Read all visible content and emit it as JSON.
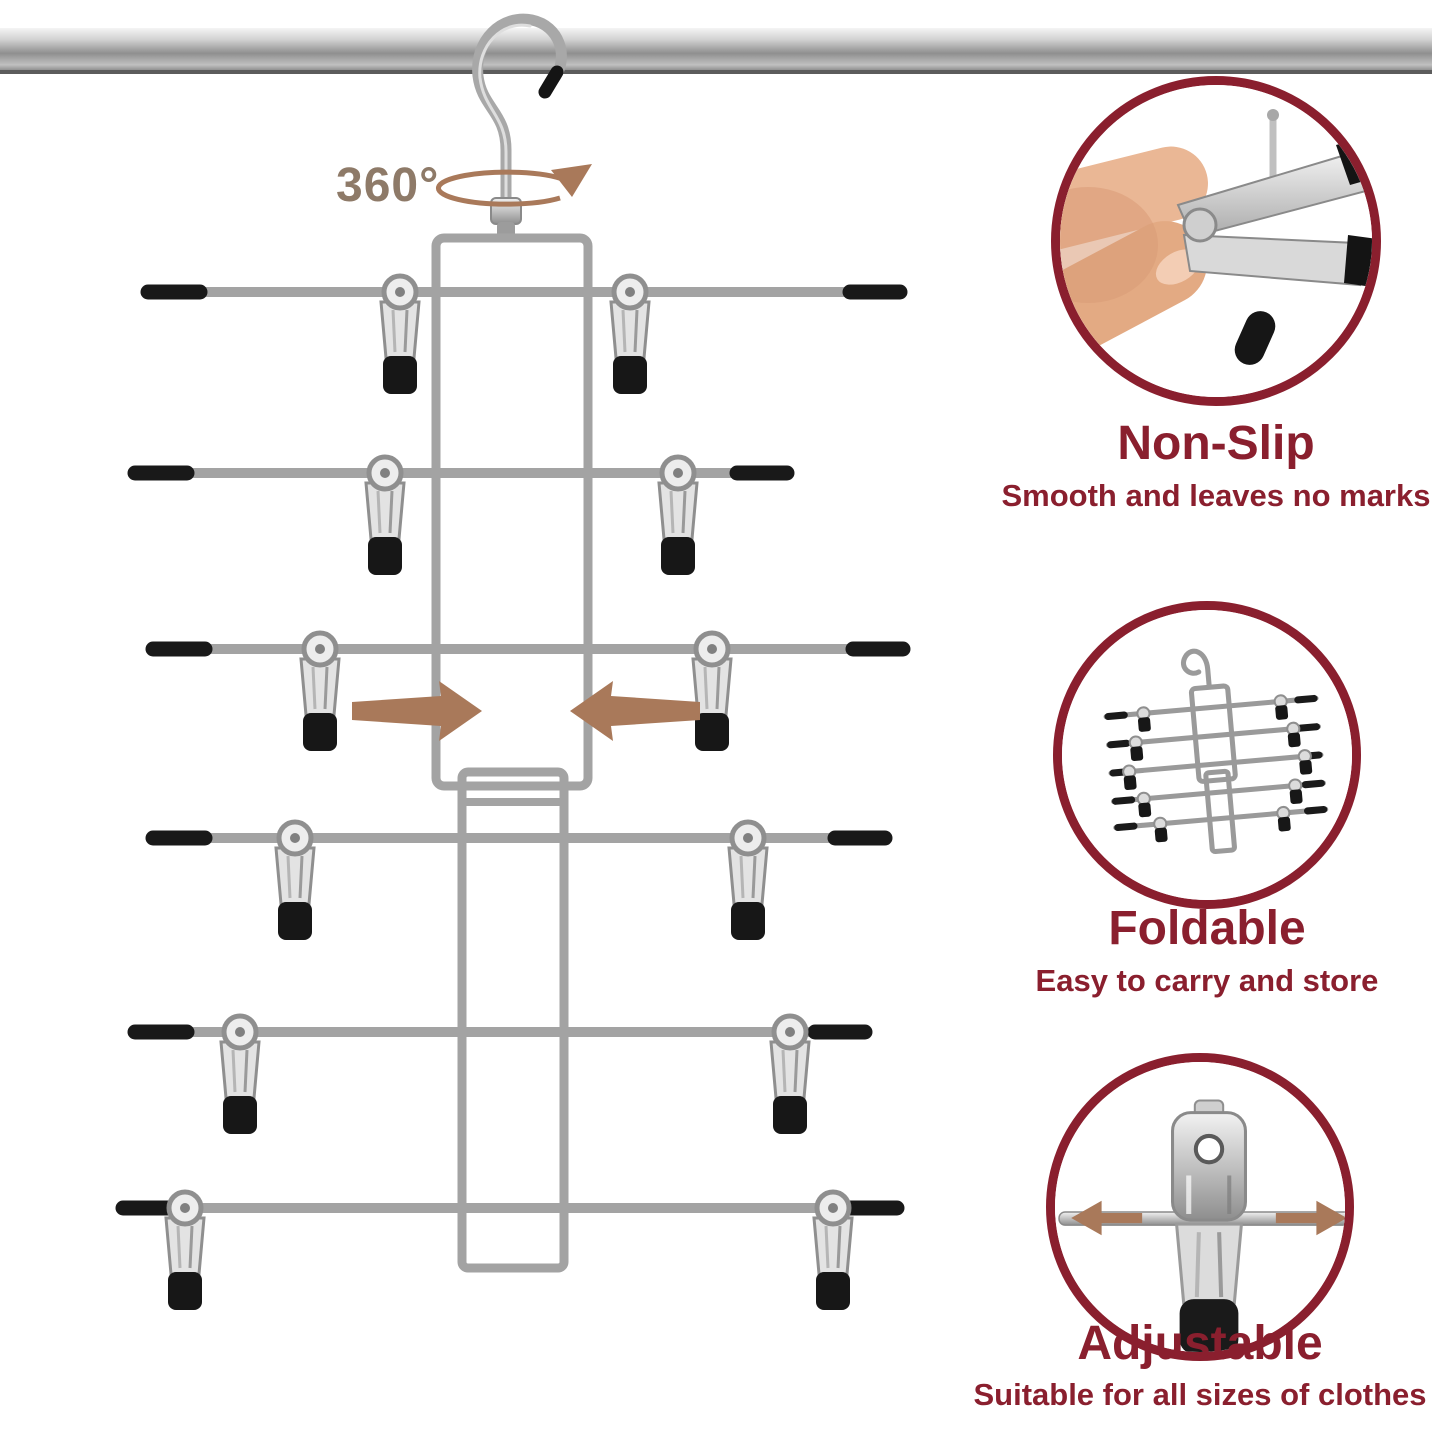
{
  "colors": {
    "accent": "#8a1f2e",
    "arrow": "#a9795a",
    "metal": "#a3a3a3"
  },
  "rotation_label": "360°",
  "callouts": [
    {
      "title": "Non-Slip",
      "subtitle": "Smooth and leaves no marks"
    },
    {
      "title": "Foldable",
      "subtitle": "Easy to carry and store"
    },
    {
      "title": "Adjustable",
      "subtitle": "Suitable for all sizes of clothes"
    }
  ]
}
